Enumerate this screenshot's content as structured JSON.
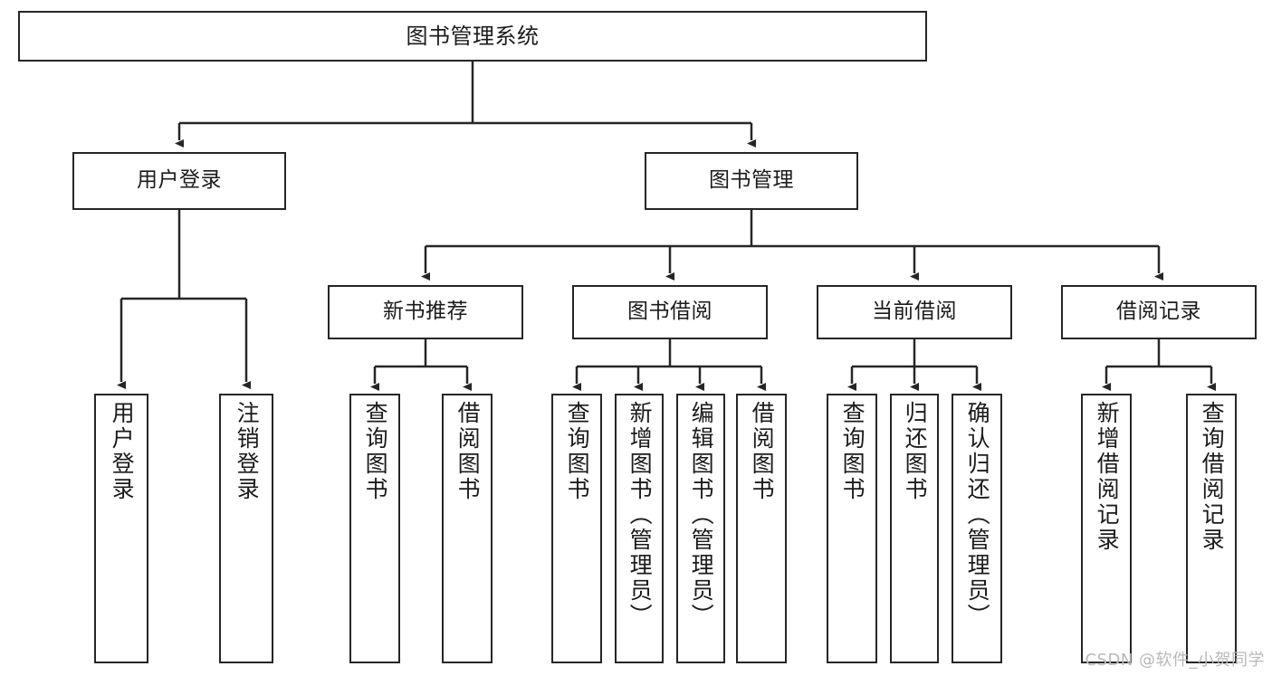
{
  "diagram": {
    "title": "图书管理系统",
    "type": "tree-hierarchy-chart",
    "line_color": "#262626",
    "box_fill": "#ffffff",
    "text_color": "#1b1b1b",
    "root": {
      "label": "图书管理系统"
    },
    "level2": [
      {
        "label": "用户登录"
      },
      {
        "label": "图书管理"
      }
    ],
    "level3": [
      {
        "label": "新书推荐"
      },
      {
        "label": "图书借阅"
      },
      {
        "label": "当前借阅"
      },
      {
        "label": "借阅记录"
      }
    ],
    "leaves": {
      "user_login": [
        {
          "label": "用户登录"
        },
        {
          "label": "注销登录"
        }
      ],
      "new_book_recommend": [
        {
          "label": "查询图书"
        },
        {
          "label": "借阅图书"
        }
      ],
      "book_borrow": [
        {
          "label": "查询图书"
        },
        {
          "label": "新增图书（管理员）"
        },
        {
          "label": "编辑图书（管理员）"
        },
        {
          "label": "借阅图书"
        }
      ],
      "current_borrow": [
        {
          "label": "查询图书"
        },
        {
          "label": "归还图书"
        },
        {
          "label": "确认归还（管理员）"
        }
      ],
      "borrow_record": [
        {
          "label": "新增借阅记录"
        },
        {
          "label": "查询借阅记录"
        }
      ]
    }
  },
  "watermark": {
    "text": "CSDN @软件_小贺同学"
  }
}
